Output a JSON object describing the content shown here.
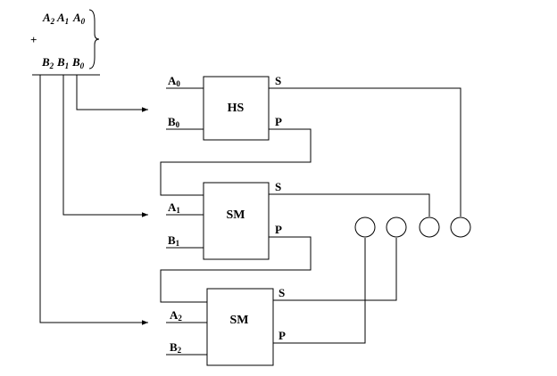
{
  "operands": {
    "plus": "+",
    "a": [
      {
        "letter": "A",
        "index": "2"
      },
      {
        "letter": "A",
        "index": "1"
      },
      {
        "letter": "A",
        "index": "0"
      }
    ],
    "b": [
      {
        "letter": "B",
        "index": "2"
      },
      {
        "letter": "B",
        "index": "1"
      },
      {
        "letter": "B",
        "index": "0"
      }
    ]
  },
  "blocks": [
    {
      "name": "HS",
      "in_a": {
        "letter": "A",
        "index": "0"
      },
      "in_b": {
        "letter": "B",
        "index": "0"
      },
      "out_s": "S",
      "out_p": "P"
    },
    {
      "name": "SM",
      "in_a": {
        "letter": "A",
        "index": "1"
      },
      "in_b": {
        "letter": "B",
        "index": "1"
      },
      "out_s": "S",
      "out_p": "P"
    },
    {
      "name": "SM",
      "in_a": {
        "letter": "A",
        "index": "2"
      },
      "in_b": {
        "letter": "B",
        "index": "2"
      },
      "out_s": "S",
      "out_p": "P"
    }
  ],
  "colors": {
    "line": "#000000",
    "background": "#ffffff"
  }
}
